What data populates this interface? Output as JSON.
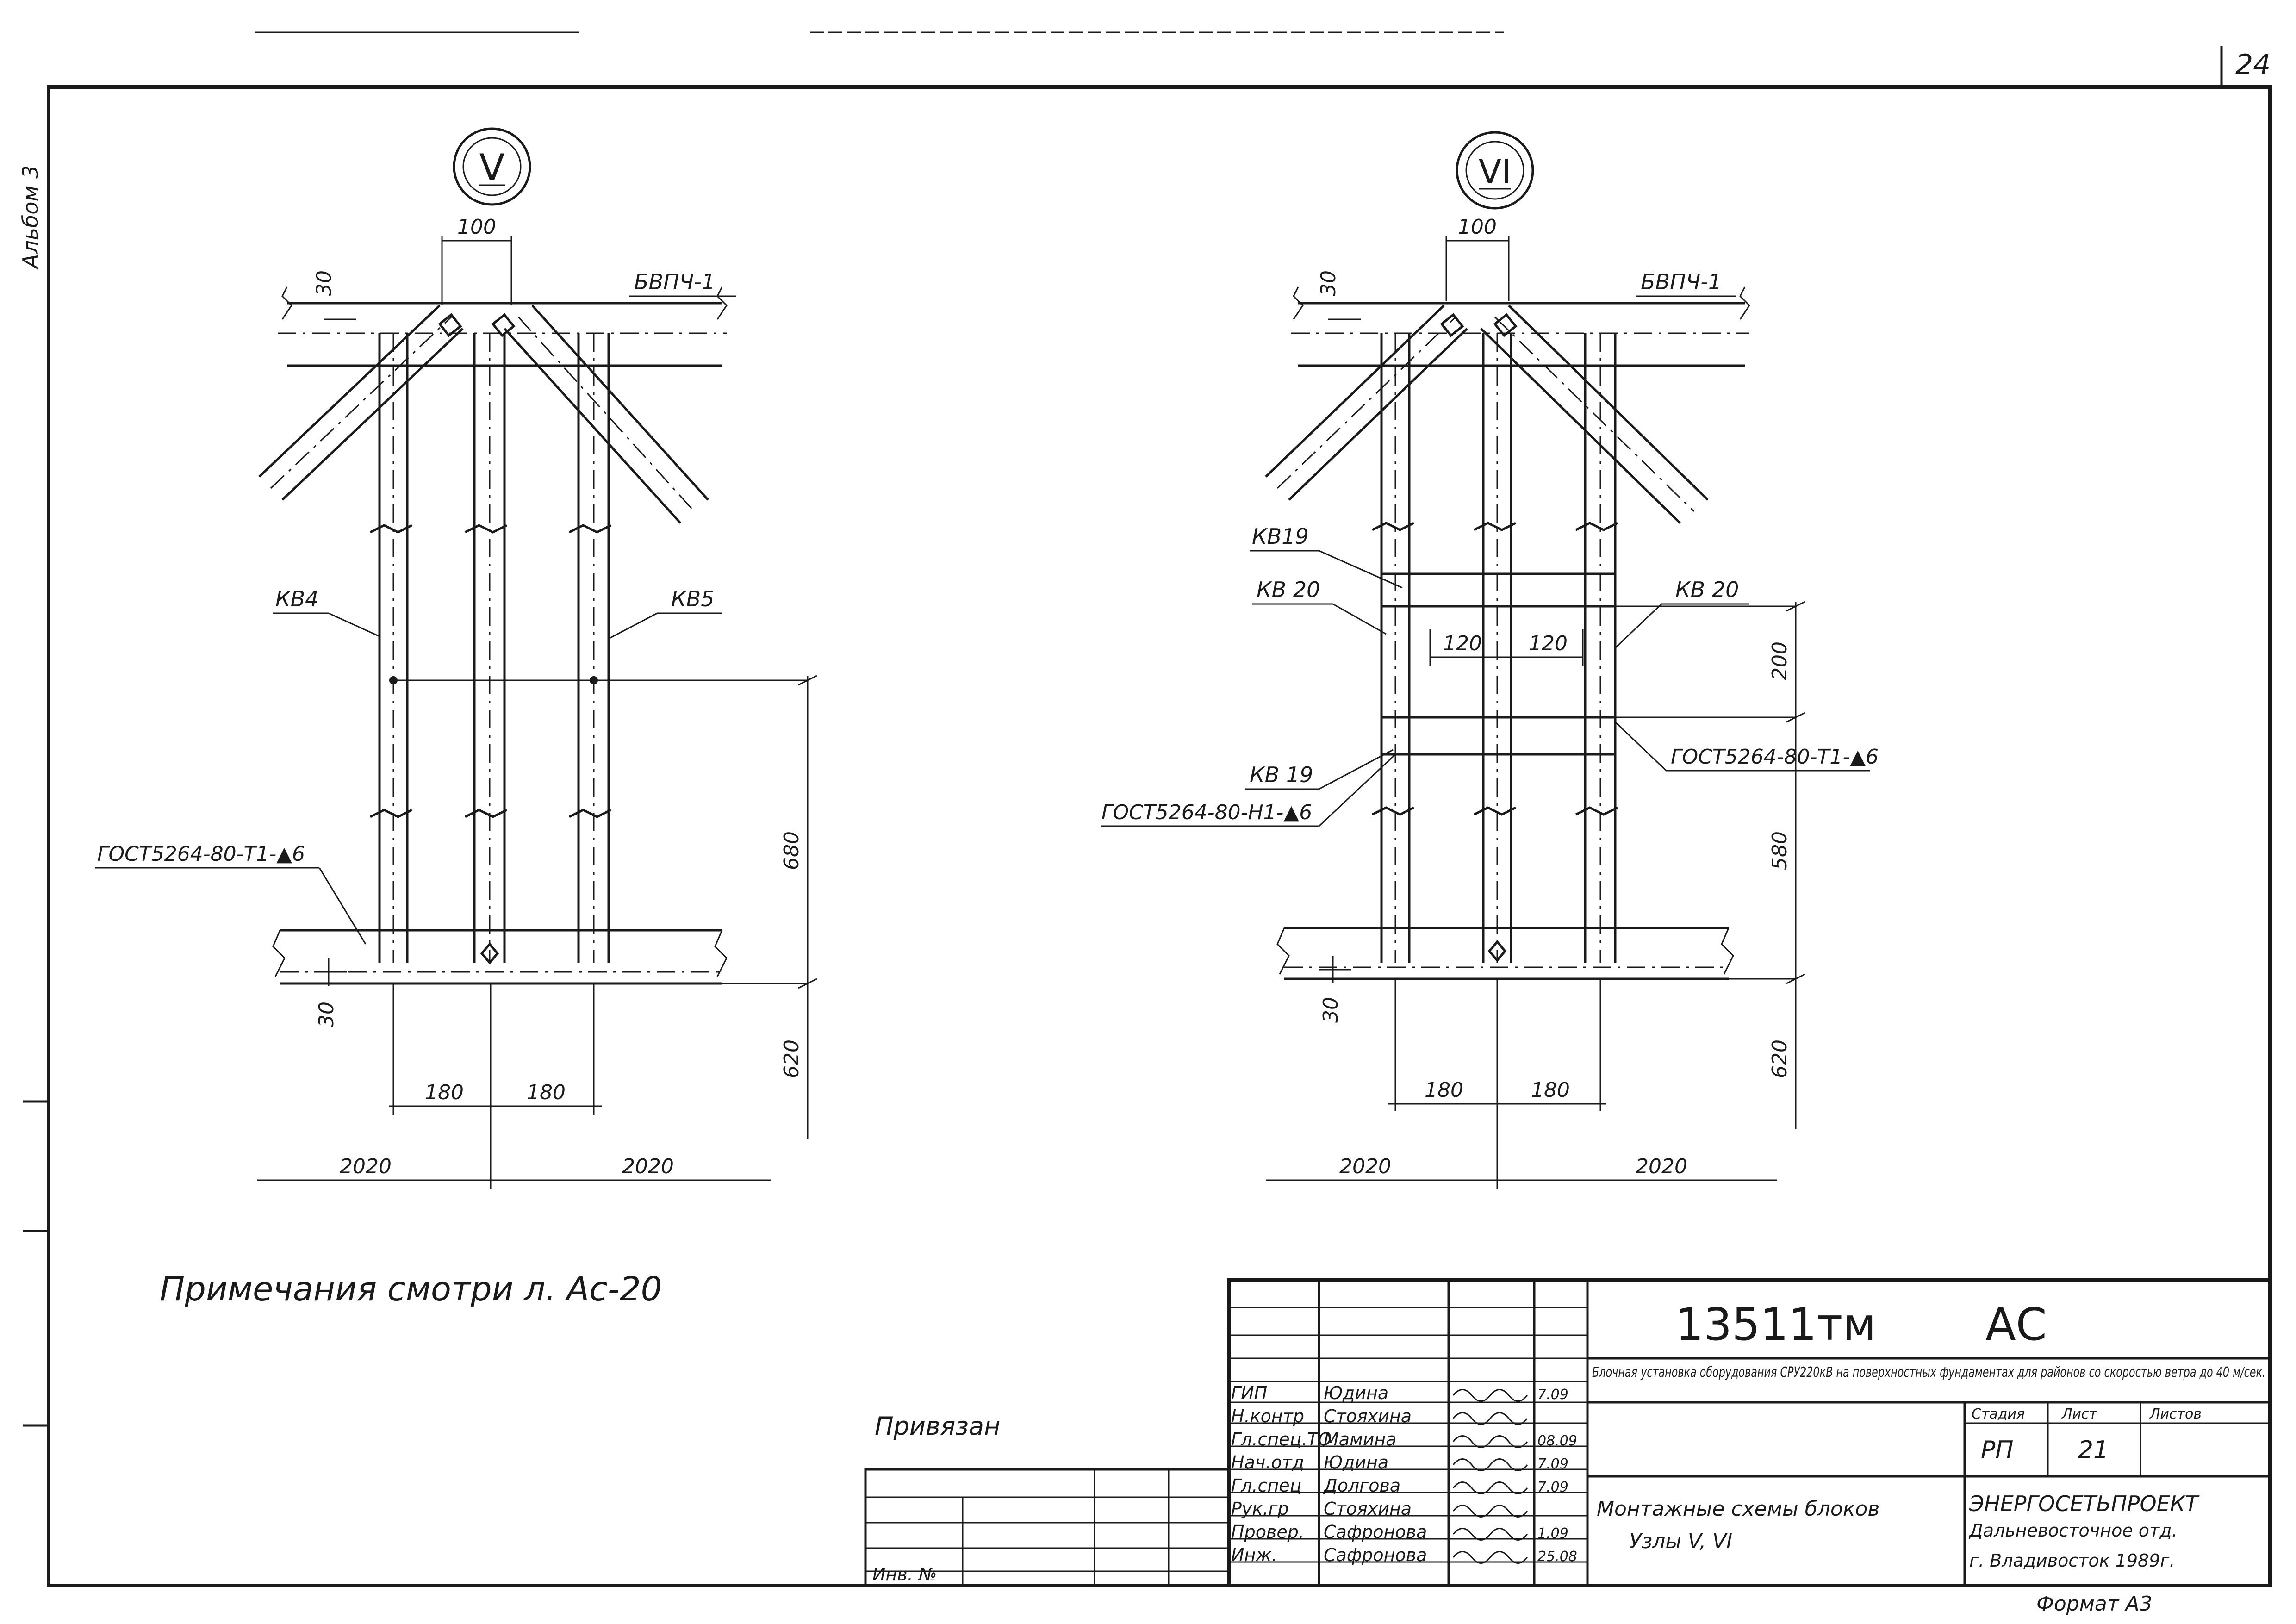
{
  "page": {
    "number": "24",
    "album_label": "Альбом 3"
  },
  "node_v": {
    "mark": "V",
    "dims": {
      "top_width": "100",
      "top_offset": "30",
      "bottom_offset": "30",
      "vertical_upper": "680",
      "vertical_lower": "620",
      "spacing_left": "180",
      "spacing_right": "180",
      "span_left": "2020",
      "span_right": "2020"
    },
    "labels": {
      "beam": "БВПЧ-1",
      "left_brace": "КВ4",
      "right_brace": "КВ5",
      "weld": "ГОСТ5264-80-Т1-▲6"
    }
  },
  "node_vi": {
    "mark": "VI",
    "dims": {
      "top_width": "100",
      "top_offset": "30",
      "bottom_offset": "30",
      "gap_left": "120",
      "gap_right": "120",
      "vertical_mid": "200",
      "vertical_upper": "580",
      "vertical_lower": "620",
      "spacing_left": "180",
      "spacing_right": "180",
      "span_left": "2020",
      "span_right": "2020"
    },
    "labels": {
      "beam": "БВПЧ-1",
      "kv19_top": "КВ19",
      "kv20_left": "КВ 20",
      "kv20_right": "КВ 20",
      "kv19_bottom": "КВ 19",
      "weld_h1": "ГОСТ5264-80-Н1-▲6",
      "weld_t1": "ГОСТ5264-80-Т1-▲6"
    }
  },
  "note": "Примечания смотри л. Ас-20",
  "title_block": {
    "project_code": "13511тм",
    "mark": "АС",
    "privyazan": "Привязан",
    "inv": "Инв. №",
    "roles": [
      {
        "role": "ГИП",
        "name": "Юдина",
        "date": "7.09"
      },
      {
        "role": "Н.контр",
        "name": "Стояхина",
        "date": ""
      },
      {
        "role": "Гл.спец.ТО",
        "name": "Мамина",
        "date": "08.09"
      },
      {
        "role": "Нач.отд",
        "name": "Юдина",
        "date": "7.09"
      },
      {
        "role": "Гл.спец",
        "name": "Долгова",
        "date": "7.09"
      },
      {
        "role": "Рук.гр",
        "name": "Стояхина",
        "date": ""
      },
      {
        "role": "Провер.",
        "name": "Сафронова",
        "date": "1.09"
      },
      {
        "role": "Инж.",
        "name": "Сафронова",
        "date": "25.08"
      }
    ],
    "description": "Блочная установка оборудования СРУ220кВ на поверхностных фундаментах для районов со скоростью ветра до 40 м/сек.",
    "sheet_title_1": "Монтажные схемы блоков",
    "sheet_title_2": "Узлы V, VI",
    "stage_header": "Стадия",
    "sheet_header": "Лист",
    "sheets_header": "Листов",
    "stage": "РП",
    "sheet": "21",
    "org_1": "ЭНЕРГОСЕТЬПРОЕКТ",
    "org_2": "Дальневосточное отд.",
    "org_3": "г. Владивосток 1989г.",
    "format": "Формат А3"
  }
}
